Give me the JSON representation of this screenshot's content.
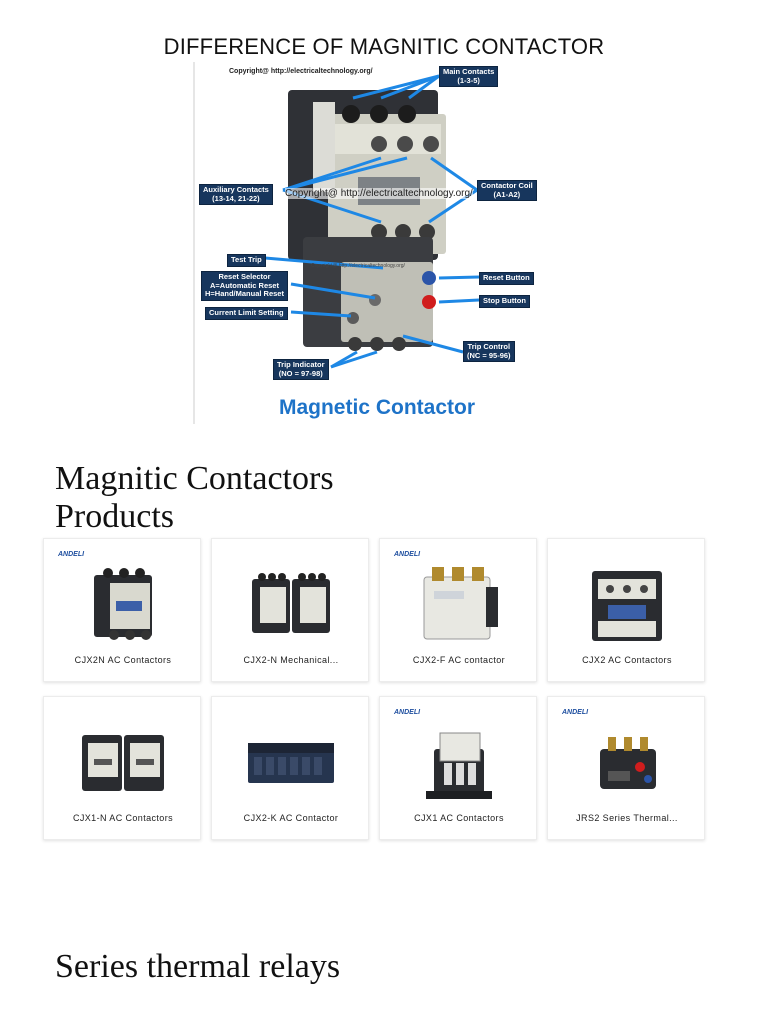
{
  "title": "DIFFERENCE OF MAGNITIC CONTACTOR",
  "diagram": {
    "copyright_top": "Copyright@ http://electricaltechnology.org/",
    "copyright_mid": "Copyright@ http://electricaltechnology.org/",
    "copyright_small": "Copyright@ http://electricaltechnology.org/",
    "caption": "Magnetic Contactor",
    "callouts": {
      "main_contacts": "Main Contacts\n(1-3-5)",
      "auxiliary_contacts": "Auxiliary Contacts\n(13-14, 21-22)",
      "contactor_coil": "Contactor Coil\n(A1-A2)",
      "test_trip": "Test Trip",
      "reset_selector": "Reset Selector\nA=Automatic Reset\nH=Hand/Manual Reset",
      "current_limit": "Current Limit Setting",
      "reset_button": "Reset Button",
      "stop_button": "Stop Button",
      "trip_control": "Trip Control\n(NC = 95-96)",
      "trip_indicator": "Trip Indicator\n(NO = 97-98)"
    }
  },
  "products_heading_line1": "Magnitic Contactors",
  "products_heading_line2": "Products",
  "products": [
    {
      "brand": "ANDELI",
      "name": "CJX2N AC Contactors"
    },
    {
      "brand": "",
      "name": "CJX2-N Mechanical..."
    },
    {
      "brand": "ANDELI",
      "name": "CJX2-F AC contactor"
    },
    {
      "brand": "",
      "name": "CJX2 AC Contactors"
    },
    {
      "brand": "",
      "name": "CJX1-N AC Contactors"
    },
    {
      "brand": "",
      "name": "CJX2-K AC Contactor"
    },
    {
      "brand": "ANDELI",
      "name": "CJX1 AC Contactors"
    },
    {
      "brand": "ANDELI",
      "name": "JRS2 Series Thermal..."
    }
  ],
  "thermal_heading": "Series thermal relays",
  "colors": {
    "callout_bg": "#17365d",
    "arrow": "#1e88e5",
    "caption": "#1e73c8"
  }
}
